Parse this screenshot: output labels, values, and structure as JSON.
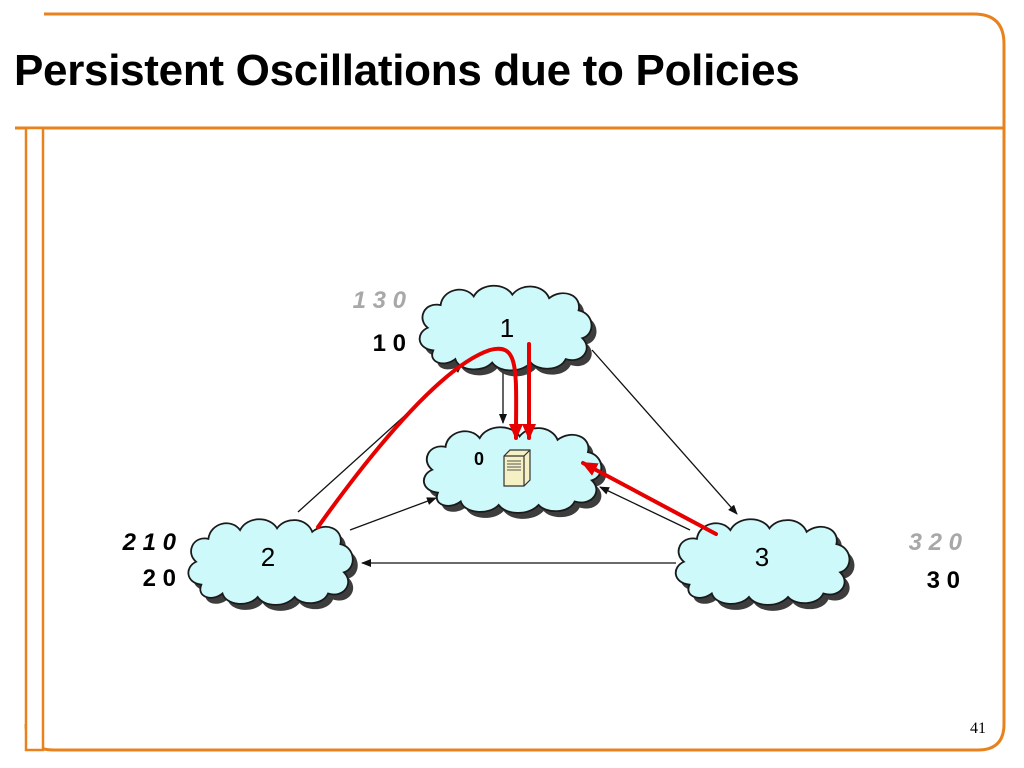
{
  "slide": {
    "title": "Persistent Oscillations due to Policies",
    "page_number": "41",
    "frame_color": "#e8821e"
  },
  "diagram": {
    "destination": {
      "label": "0",
      "icon": "server-icon"
    },
    "nodes": [
      {
        "id": "1",
        "label": "1",
        "preference_old": "1 3 0",
        "preference_new": "1 0"
      },
      {
        "id": "2",
        "label": "2",
        "preference_old": "2 1 0",
        "preference_new": "2 0"
      },
      {
        "id": "3",
        "label": "3",
        "preference_old": "3 2 0",
        "preference_new": "3 0"
      }
    ],
    "cloud_color": "#cdf9fb",
    "highlight_color": "#e60000"
  }
}
